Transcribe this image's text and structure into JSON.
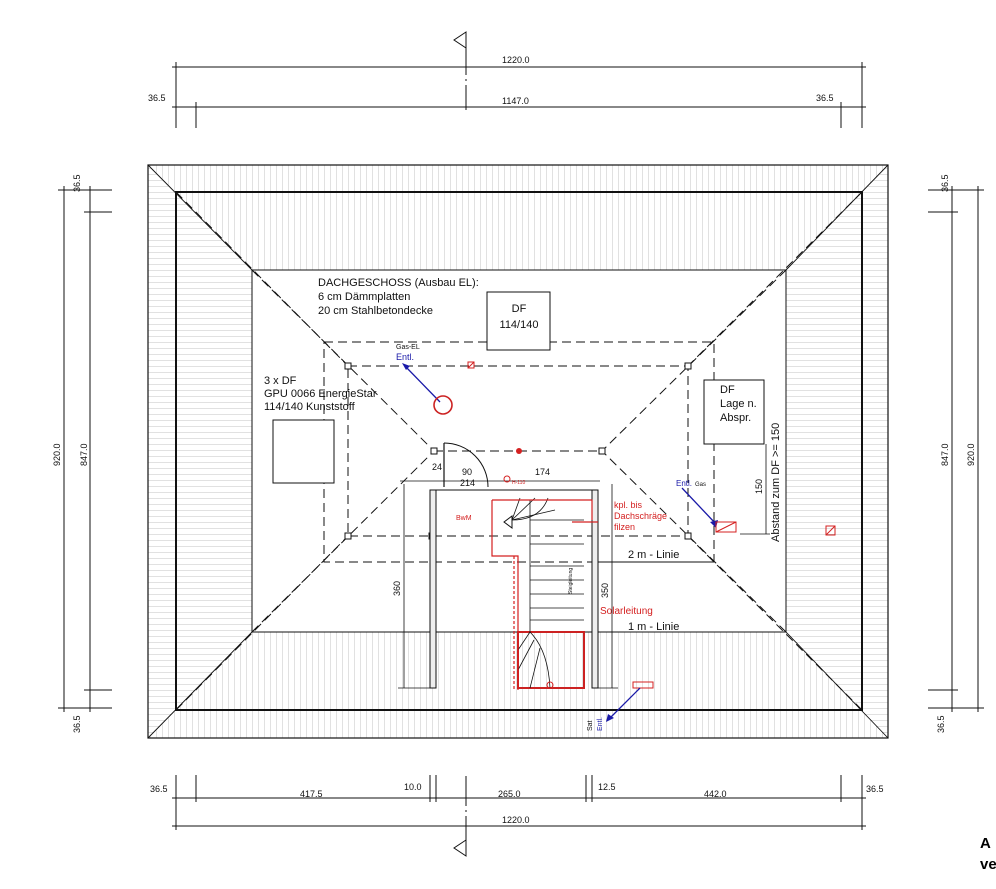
{
  "dimensions": {
    "top_total": "1220.0",
    "top_inner": "1147.0",
    "top_left": "36.5",
    "top_right": "36.5",
    "bottom_total": "1220.0",
    "bottom_a": "36.5",
    "bottom_b": "417.5",
    "bottom_c": "10.0",
    "bottom_d": "265.0",
    "bottom_e": "12.5",
    "bottom_f": "442.0",
    "bottom_g": "36.5",
    "left_total": "920.0",
    "left_inner": "847.0",
    "left_top": "36.5",
    "left_bottom": "36.5",
    "right_total": "920.0",
    "right_inner": "847.0",
    "right_top": "36.5",
    "right_bottom": "36.5"
  },
  "labels": {
    "title_line1": "DACHGESCHOSS (Ausbau EL):",
    "title_line2": "6 cm Dämmplatten",
    "title_line3": "20 cm Stahlbetondecke",
    "df_top_line1": "DF",
    "df_top_line2": "114/140",
    "df_right_line1": "DF",
    "df_right_line2": "Lage n.",
    "df_right_line3": "Abspr.",
    "df_left_line1": "3 x DF",
    "df_left_line2": "GPU 0066 EnergieStar",
    "df_left_line3": "114/140  Kunststoff",
    "gas_el": "Gas-EL",
    "entl_top": "Entl.",
    "entl_gas": "Entl.",
    "gas": "Gas",
    "dim_24": "24",
    "dim_90": "90",
    "dim_214": "214",
    "dim_174": "174",
    "dim_150": "150",
    "abstand": "Abstand zum DF >= 150",
    "bwm": "BwM",
    "heater_tag": "H-110",
    "kpl_line1": "kpl. bis",
    "kpl_line2": "Dachschräge",
    "kpl_line3": "filzen",
    "stair_label": "Steigleitung",
    "dim_360": "360",
    "dim_350": "350",
    "solarleitung": "Solarleitung",
    "line_2m": "2 m - Linie",
    "line_1m": "1 m - Linie",
    "sat": "Sat",
    "entl_bottom": "Entl.",
    "corner_line1": "A",
    "corner_line2": "ve"
  },
  "colors": {
    "line": "#111111",
    "red": "#d42020",
    "blue": "#1a1aa8"
  }
}
